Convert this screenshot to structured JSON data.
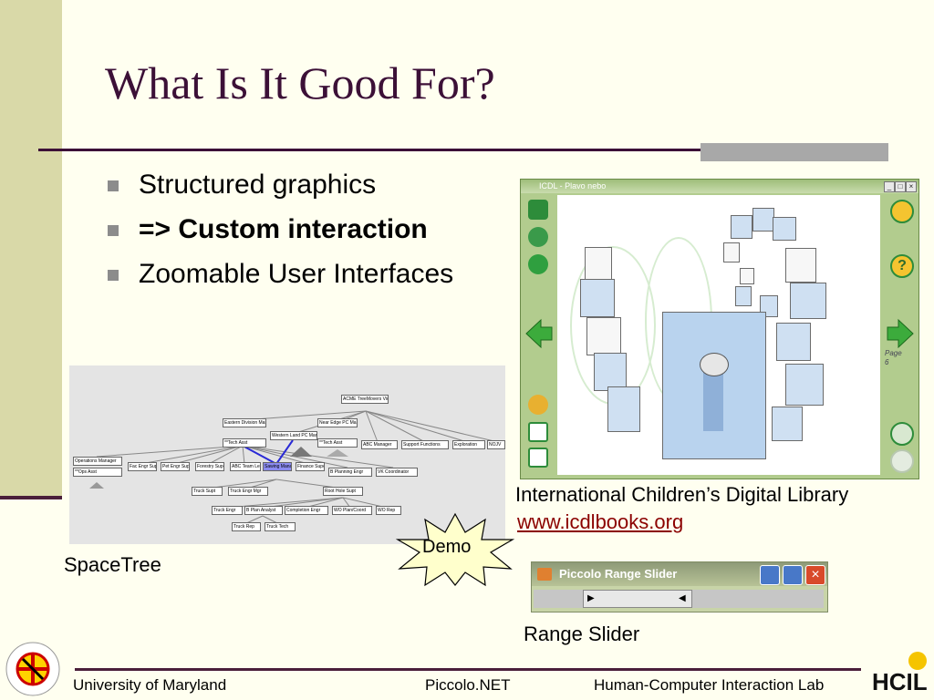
{
  "slide": {
    "title": "What Is It Good For?",
    "bullets": [
      {
        "text": "Structured graphics"
      },
      {
        "text": "=> Custom interaction"
      },
      {
        "text": "Zoomable User Interfaces"
      }
    ]
  },
  "library": {
    "window_title": "ICDL - Plavo nebo",
    "page_label": "Page",
    "page_number": "6",
    "caption": "International Children’s Digital Library",
    "url": "www.icdlbooks.org"
  },
  "spacetree": {
    "label": "SpaceTree",
    "nodes": {
      "root": "ACME TreeMovers Vice President",
      "eastern": "Eastern Division Manager",
      "eastern_sub": "**Tech Asst",
      "western": "Western Land PC Manager",
      "nearedge": "Near Edge PC Manager",
      "nearedge_sub": "**Tech Asst",
      "abc_manager": "ABC Manager",
      "support": "Support Functions",
      "exploration": "Exploration",
      "nojv": "NOJV",
      "ops_manager": "Operations Manager",
      "ops_sub": "**Ops Asst",
      "fac_engr": "Fac Engr Supervisor",
      "pet_engr": "Pet Engr Supervisor",
      "forestry": "Forestry Supervisor",
      "abc_team": "ABC Team Leader",
      "sawing": "Sawing Manager",
      "finance": "Finance Supervisor",
      "planning": "B Planning Engr",
      "vk": "VK Coordinator",
      "truck_supt": "Truck Supt",
      "truck_engr_mgr": "Truck Engr Mgr",
      "root_hole": "Root Hole Supt",
      "truck_engr": "Truck Engr",
      "plan_analyst": "B Plan Analyst",
      "completion": "Completion Engr",
      "wo_plan": "WO Plan/Coord",
      "wo_rep": "WO Rep",
      "truck_rep": "Truck Rep",
      "truck_tech": "Truck Tech"
    }
  },
  "demo": {
    "label": "Demo"
  },
  "range_slider": {
    "window_title": "Piccolo Range Slider",
    "label": "Range Slider"
  },
  "footer": {
    "left": "University of Maryland",
    "center": "Piccolo.NET",
    "right": "Human-Computer Interaction Lab",
    "hcil_logo_text": "HCIL",
    "umd_seal_text": "UNIVERSITY OF MARYLAND"
  },
  "colors": {
    "title": "#3c1037",
    "sidebar": "#d9d9a8",
    "background": "#fffff0",
    "link": "#8b0000"
  }
}
